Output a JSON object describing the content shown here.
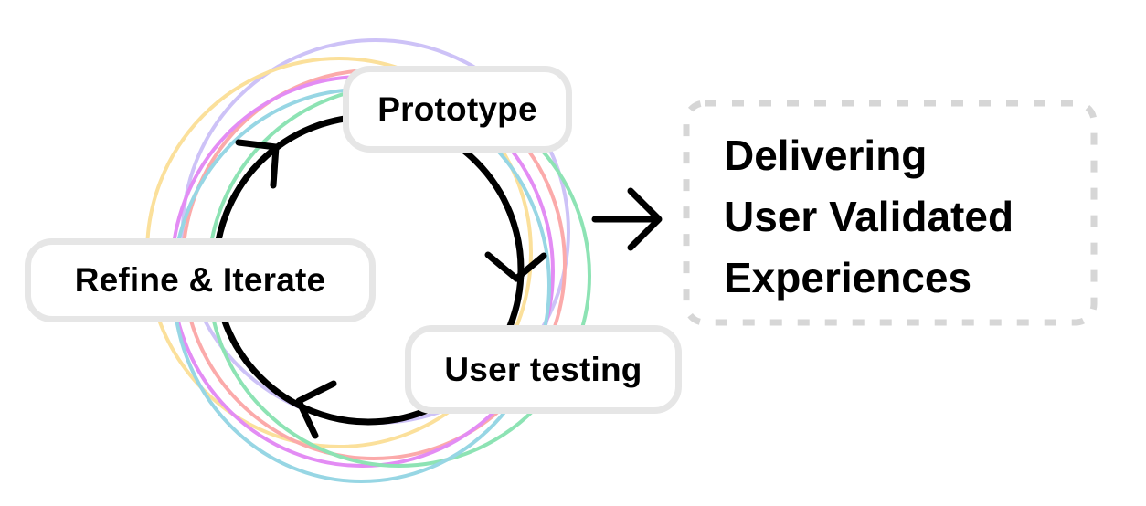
{
  "diagram": {
    "cycle_steps": [
      {
        "id": "prototype",
        "label": "Prototype"
      },
      {
        "id": "user-testing",
        "label": "User testing"
      },
      {
        "id": "refine-iterate",
        "label": "Refine & Iterate"
      }
    ],
    "cycle_direction": "clockwise",
    "outcome": {
      "lines": [
        "Delivering",
        "User Validated",
        "Experiences"
      ]
    },
    "arrow": {
      "icon": "arrow-right-icon"
    },
    "decorative_rings": [
      {
        "name": "lavender",
        "color": "#cdc2f7"
      },
      {
        "name": "yellow",
        "color": "#fbe09b"
      },
      {
        "name": "pink",
        "color": "#fbaaaa"
      },
      {
        "name": "magenta",
        "color": "#e38cf4"
      },
      {
        "name": "green",
        "color": "#8de3b4"
      },
      {
        "name": "blue",
        "color": "#97d6e4"
      }
    ],
    "colors": {
      "cycle_stroke": "#000000",
      "pill_border": "#e6e6e6",
      "dashed_border": "#d6d6d6",
      "text": "#000000"
    }
  }
}
